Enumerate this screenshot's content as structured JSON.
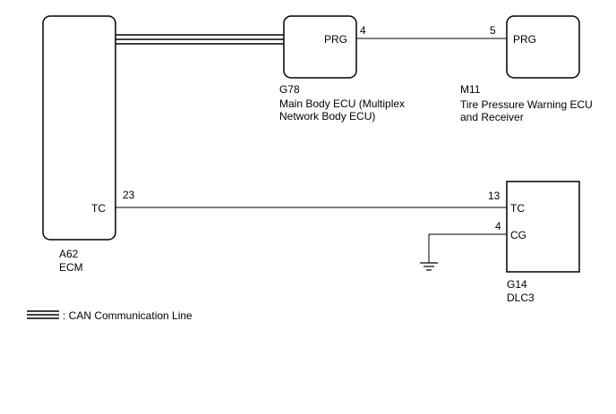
{
  "components": {
    "ecm": {
      "code": "A62",
      "name": "ECM",
      "pin_tc_label": "TC",
      "pin_tc_number": "23"
    },
    "main_body_ecu": {
      "code": "G78",
      "name_line1": "Main Body ECU (Multiplex",
      "name_line2": "Network Body ECU)",
      "pin_label": "PRG",
      "pin_number": "4"
    },
    "tpw_ecu": {
      "code": "M11",
      "name_line1": "Tire Pressure Warning ECU",
      "name_line2": "and Receiver",
      "pin_label": "PRG",
      "pin_number": "5"
    },
    "dlc3": {
      "code": "G14",
      "name": "DLC3",
      "pin_tc_label": "TC",
      "pin_tc_number": "13",
      "pin_cg_label": "CG",
      "pin_cg_number": "4"
    }
  },
  "legend": {
    "can_label": ": CAN Communication Line"
  },
  "colors": {
    "line": "#000000",
    "background": "#ffffff"
  }
}
